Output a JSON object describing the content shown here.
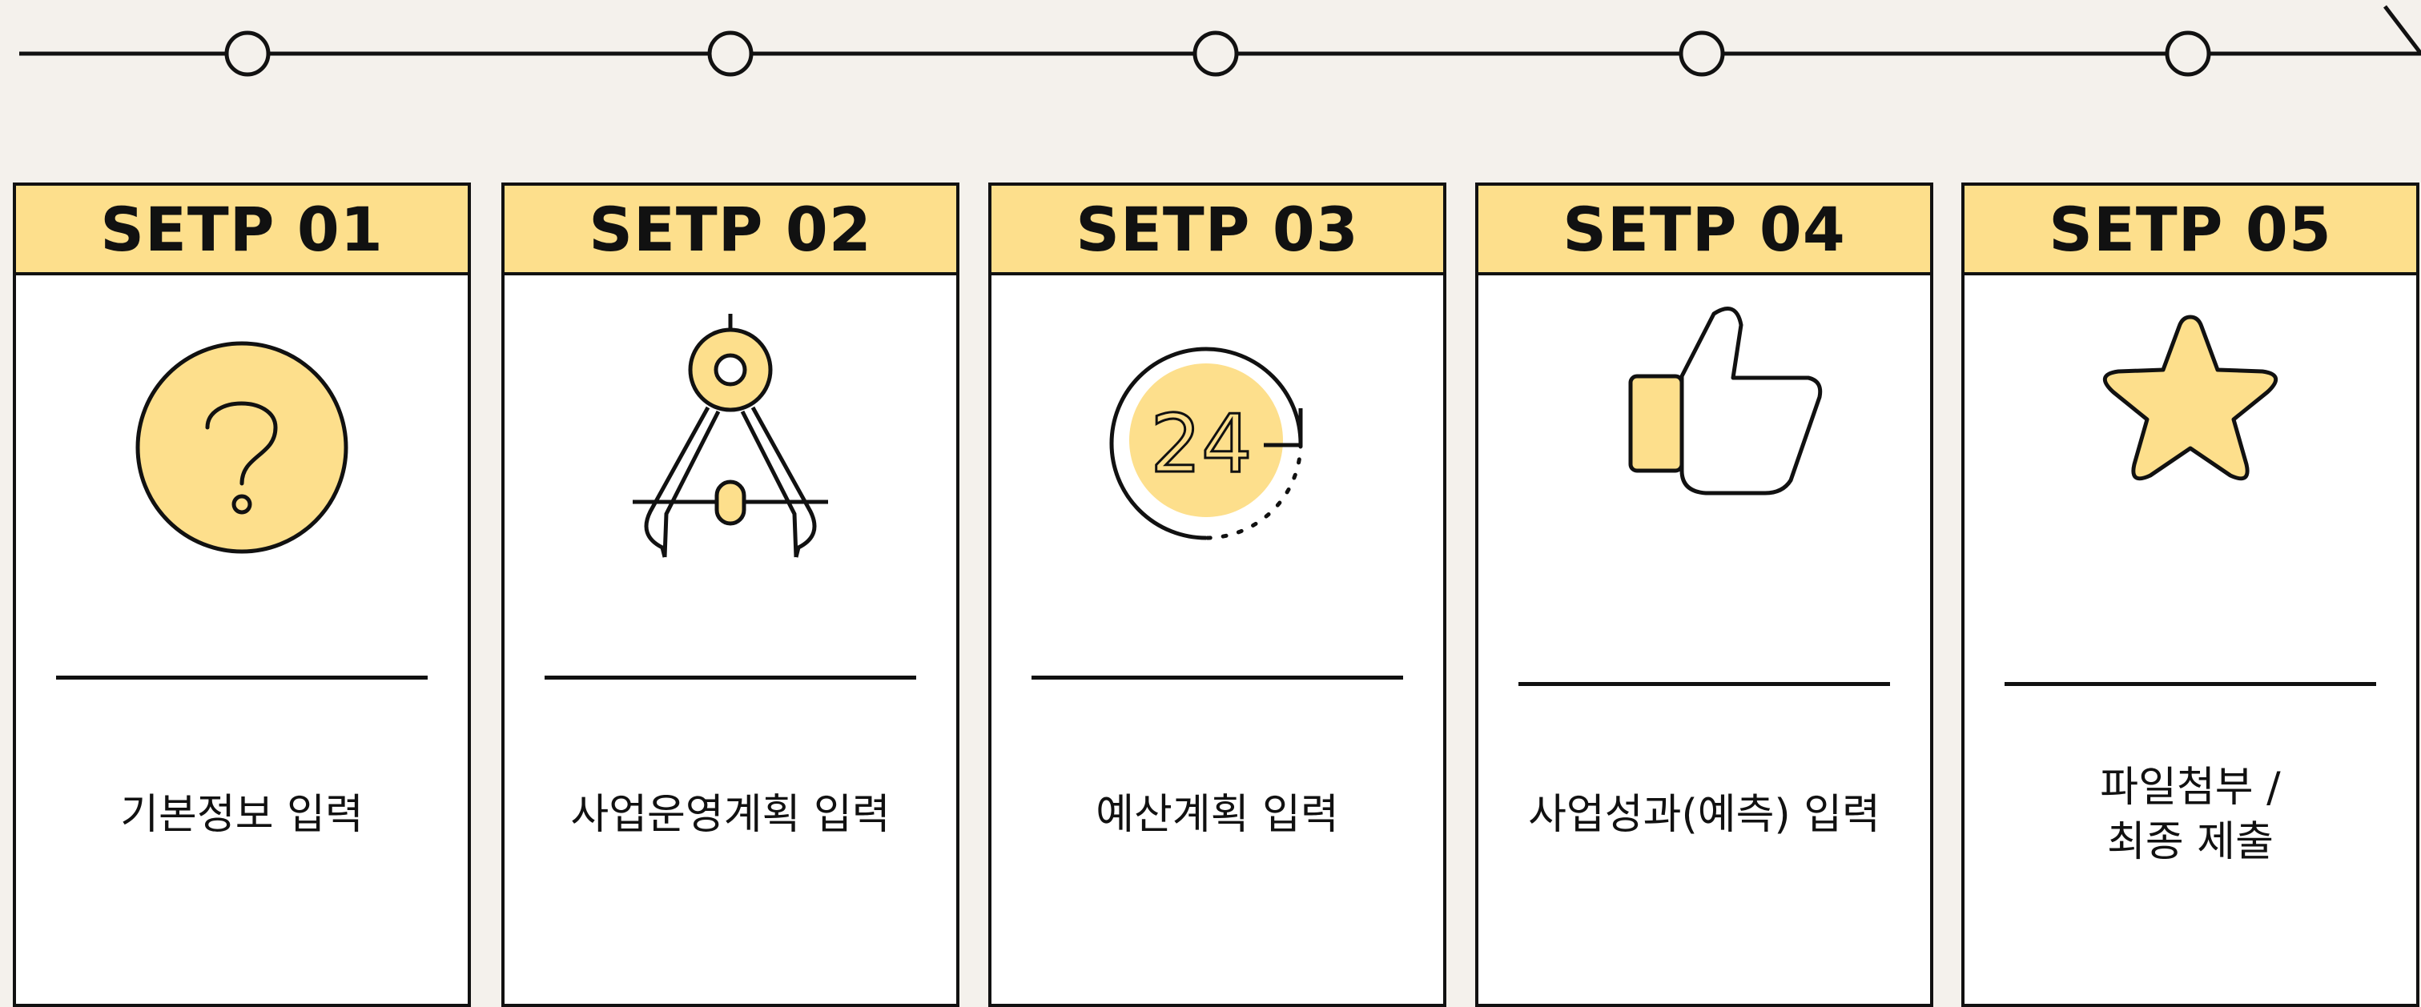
{
  "steps": [
    {
      "title": "SETP 01",
      "label": "기본정보 입력",
      "icon": "question-icon"
    },
    {
      "title": "SETP 02",
      "label": "사업운영계획 입력",
      "icon": "compass-icon"
    },
    {
      "title": "SETP 03",
      "label": "예산계획 입력",
      "icon": "clock-24-icon"
    },
    {
      "title": "SETP 04",
      "label": "사업성과(예측)  입력",
      "icon": "thumbs-up-icon"
    },
    {
      "title": "SETP 05",
      "label": "파일첨부 /\n최종 제출",
      "icon": "star-icon"
    }
  ],
  "icon_number": "24",
  "colors": {
    "background": "#f4f1ec",
    "accent": "#fddf8c",
    "line": "#111111",
    "card": "#ffffff"
  }
}
